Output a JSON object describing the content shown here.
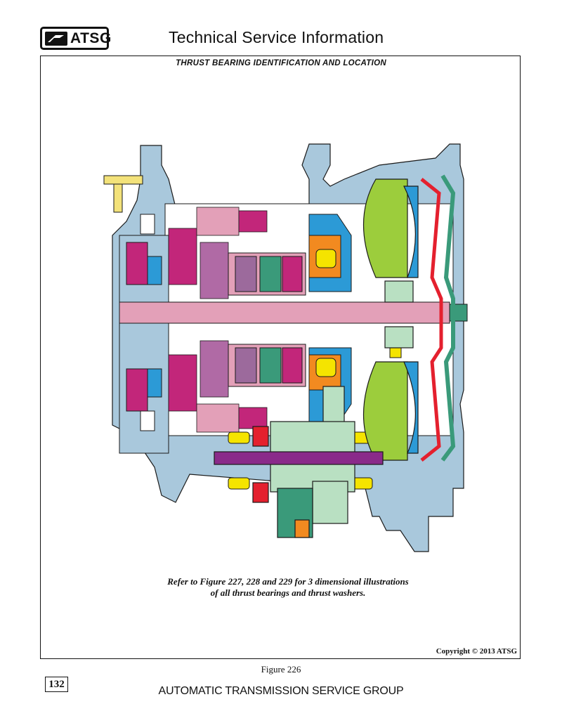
{
  "header": {
    "logo_text": "ATSG",
    "title": "Technical Service Information"
  },
  "figure": {
    "title": "THRUST BEARING IDENTIFICATION AND LOCATION",
    "note_line1": "Refer to Figure 227, 228 and 229 for 3 dimensional illustrations",
    "note_line2": "of all thrust bearings and thrust washers.",
    "copyright": "Copyright © 2013 ATSG",
    "caption": "Figure 226"
  },
  "footer": {
    "page_number": "132",
    "org": "AUTOMATIC TRANSMISSION SERVICE GROUP"
  },
  "colors": {
    "case": "#a9c8dc",
    "shaft": "#e3a0b8",
    "bearing": "#f5e400",
    "clutch_magenta": "#c2267a",
    "converter_green": "#9ccd3c",
    "converter_blue": "#2c9ad6",
    "converter_red": "#e4202e",
    "gear_green": "#3a9a7a",
    "transfer_mint": "#b9e0c2",
    "purple_shaft": "#8a2a8a",
    "orange": "#f28a20"
  }
}
